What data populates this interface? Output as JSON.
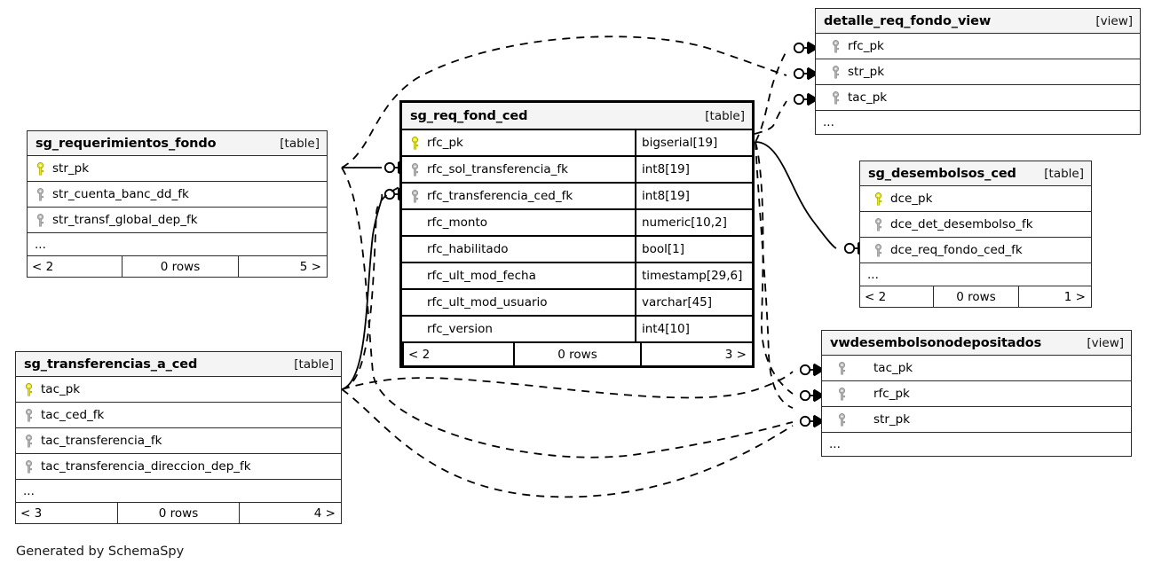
{
  "diagram": {
    "credit": "Generated by SchemaSpy",
    "pk_key_color": "#e8e81c",
    "fk_key_color": "#b3b3b3",
    "header_fill": "#f4f4f4",
    "line_color": "#000000"
  },
  "entities": [
    {
      "id": "sg_requerimientos_fondo",
      "name": "sg_requerimientos_fondo",
      "kind": "[table]",
      "columns": [
        {
          "name": "str_pk",
          "key": "pk"
        },
        {
          "name": "str_cuenta_banc_dd_fk",
          "key": "fk"
        },
        {
          "name": "str_transf_global_dep_fk",
          "key": "fk"
        }
      ],
      "more": "...",
      "footer": {
        "prev": "< 2",
        "rows": "0 rows",
        "next": "5 >"
      }
    },
    {
      "id": "sg_req_fond_ced",
      "name": "sg_req_fond_ced",
      "kind": "[table]",
      "columns": [
        {
          "name": "rfc_pk",
          "key": "pk",
          "type": "bigserial[19]"
        },
        {
          "name": "rfc_sol_transferencia_fk",
          "key": "fk",
          "type": "int8[19]"
        },
        {
          "name": "rfc_transferencia_ced_fk",
          "key": "fk",
          "type": "int8[19]"
        },
        {
          "name": "rfc_monto",
          "key": "none",
          "type": "numeric[10,2]"
        },
        {
          "name": "rfc_habilitado",
          "key": "none",
          "type": "bool[1]"
        },
        {
          "name": "rfc_ult_mod_fecha",
          "key": "none",
          "type": "timestamp[29,6]"
        },
        {
          "name": "rfc_ult_mod_usuario",
          "key": "none",
          "type": "varchar[45]"
        },
        {
          "name": "rfc_version",
          "key": "none",
          "type": "int4[10]"
        }
      ],
      "footer": {
        "prev": "< 2",
        "rows": "0 rows",
        "next": "3 >"
      }
    },
    {
      "id": "sg_transferencias_a_ced",
      "name": "sg_transferencias_a_ced",
      "kind": "[table]",
      "columns": [
        {
          "name": "tac_pk",
          "key": "pk"
        },
        {
          "name": "tac_ced_fk",
          "key": "fk"
        },
        {
          "name": "tac_transferencia_fk",
          "key": "fk"
        },
        {
          "name": "tac_transferencia_direccion_dep_fk",
          "key": "fk"
        }
      ],
      "more": "...",
      "footer": {
        "prev": "< 3",
        "rows": "0 rows",
        "next": "4 >"
      }
    },
    {
      "id": "detalle_req_fondo_view",
      "name": "detalle_req_fondo_view",
      "kind": "[view]",
      "columns": [
        {
          "name": "rfc_pk",
          "key": "fk"
        },
        {
          "name": "str_pk",
          "key": "fk"
        },
        {
          "name": "tac_pk",
          "key": "fk"
        }
      ],
      "more": "..."
    },
    {
      "id": "sg_desembolsos_ced",
      "name": "sg_desembolsos_ced",
      "kind": "[table]",
      "columns": [
        {
          "name": "dce_pk",
          "key": "pk"
        },
        {
          "name": "dce_det_desembolso_fk",
          "key": "fk"
        },
        {
          "name": "dce_req_fondo_ced_fk",
          "key": "fk"
        }
      ],
      "more": "...",
      "footer": {
        "prev": "< 2",
        "rows": "0 rows",
        "next": "1 >"
      }
    },
    {
      "id": "vwdesembolsonodepositados",
      "name": "vwdesembolsonodepositados",
      "kind": "[view]",
      "columns": [
        {
          "name": "tac_pk",
          "key": "fk"
        },
        {
          "name": "rfc_pk",
          "key": "fk"
        },
        {
          "name": "str_pk",
          "key": "fk"
        }
      ],
      "more": "..."
    }
  ]
}
